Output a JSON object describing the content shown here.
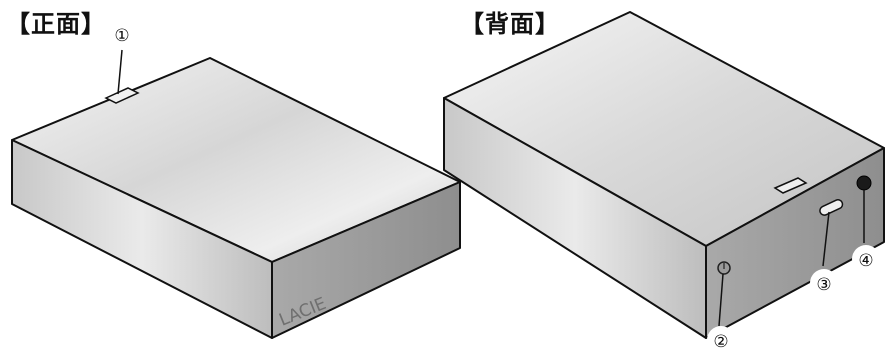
{
  "labels": {
    "front": "【正面】",
    "back": "【背面】"
  },
  "brand_mark": "LACIE",
  "callouts": {
    "c1": "①",
    "c2": "②",
    "c3": "③",
    "c4": "④"
  }
}
